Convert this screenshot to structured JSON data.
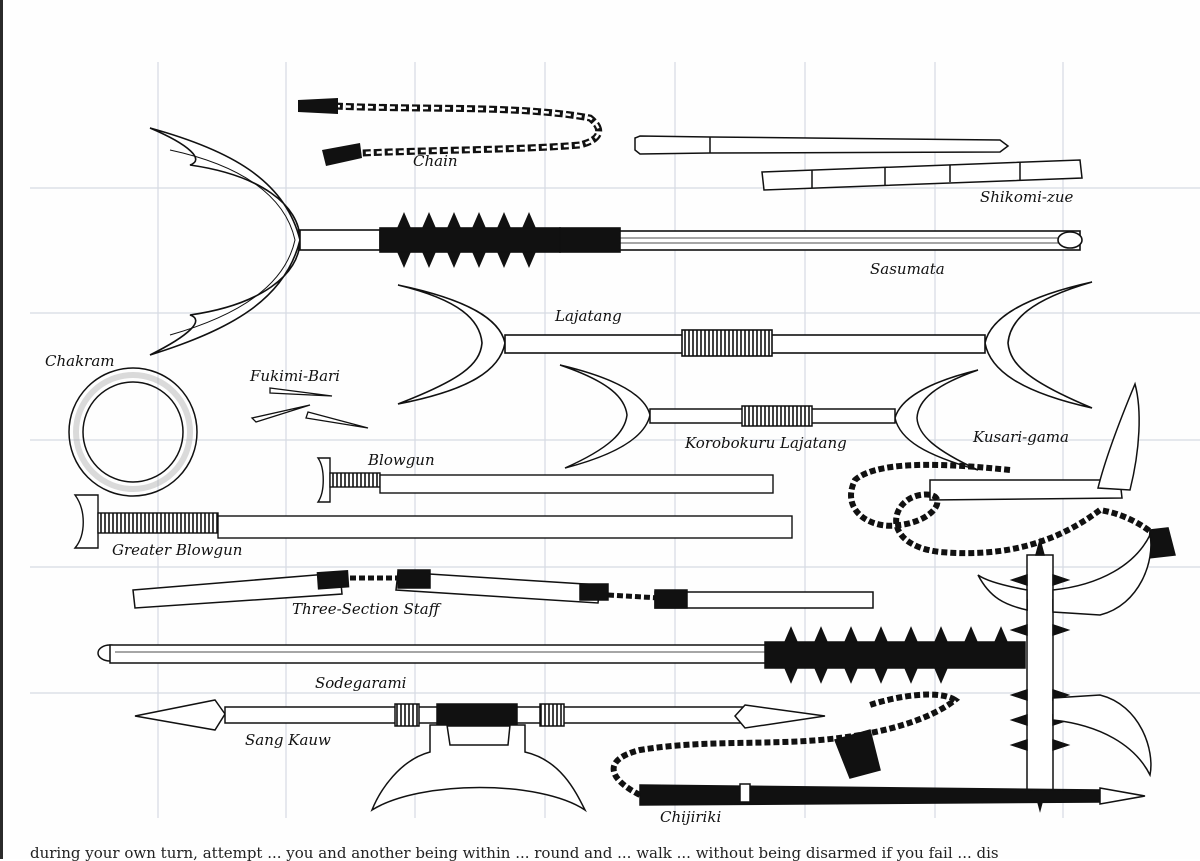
{
  "illustration": {
    "labels": {
      "chain": "Chain",
      "shikomi_zue": "Shikomi-zue",
      "sasumata": "Sasumata",
      "lajatang": "Lajatang",
      "chakram": "Chakram",
      "fukimi_bari": "Fukimi-Bari",
      "korobokuru_lajatang": "Korobokuru Lajatang",
      "kusari_gama": "Kusari-gama",
      "blowgun": "Blowgun",
      "greater_blowgun": "Greater Blowgun",
      "three_section_staff": "Three-Section Staff",
      "sodegarami": "Sodegarami",
      "sang_kauw": "Sang Kauw",
      "chijiriki": "Chijiriki"
    }
  },
  "body_text": {
    "cut_off_line": "during your own turn, attempt ... you and another being within ... round and ... walk ... without being disarmed if you fail ... dis"
  },
  "colors": {
    "ink": "#111111",
    "grid": "#d4d8e2",
    "paper": "#fefefe"
  }
}
